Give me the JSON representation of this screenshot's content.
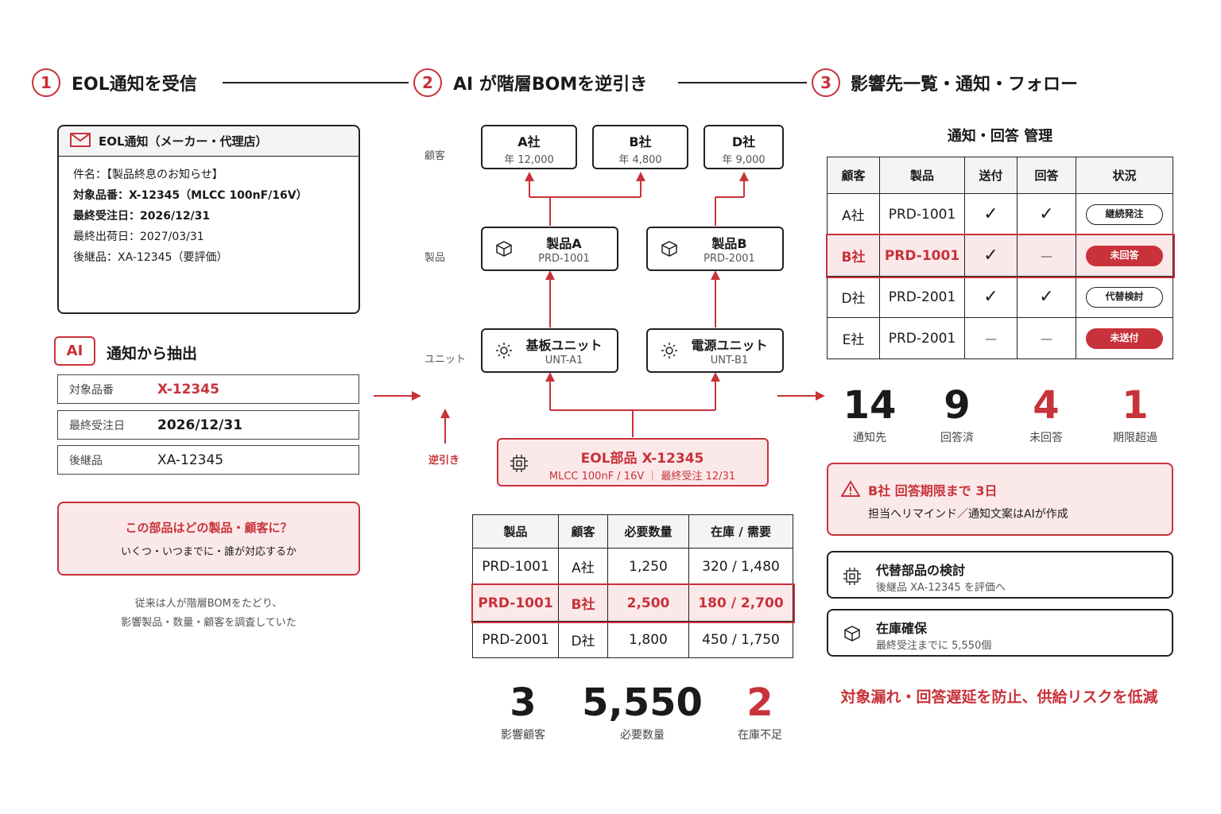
{
  "steps": [
    {
      "num": "1",
      "title": "EOL通知を受信"
    },
    {
      "num": "2",
      "title": "AI が階層BOMを逆引き"
    },
    {
      "num": "3",
      "title": "影響先一覧・通知・フォロー"
    }
  ],
  "eol_notice": {
    "header": "EOL通知（メーカー・代理店）",
    "lines": [
      "件名：【製品終息のお知らせ】",
      "対象品番：X-12345（MLCC 100nF/16V）",
      "最終受注日：2026/12/31",
      "最終出荷日：2027/03/31",
      "後継品：XA-12345（要評価）"
    ]
  },
  "extract": {
    "badge": "AI",
    "title": "通知から抽出",
    "rows": [
      {
        "label": "対象品番",
        "value": "X-12345"
      },
      {
        "label": "最終受注日",
        "value": "2026/12/31"
      },
      {
        "label": "後継品",
        "value": "XA-12345"
      }
    ]
  },
  "question": {
    "title": "この部品はどの製品・顧客に？",
    "sub": "いくつ・いつまでに・誰が対応するか"
  },
  "legacy_note": [
    "従来は人が階層BOMをたどり、",
    "影響製品・数量・顧客を調査していた"
  ],
  "tiers": {
    "customer": "顧客",
    "product": "製品",
    "unit": "ユニット"
  },
  "reverse_label": "逆引き",
  "customers": [
    {
      "name": "A社",
      "sub": "年 12,000"
    },
    {
      "name": "B社",
      "sub": "年 4,800"
    },
    {
      "name": "D社",
      "sub": "年 9,000"
    }
  ],
  "products": [
    {
      "name": "製品A",
      "sub": "PRD-1001"
    },
    {
      "name": "製品B",
      "sub": "PRD-2001"
    }
  ],
  "units": [
    {
      "name": "基板ユニット",
      "sub": "UNT-A1"
    },
    {
      "name": "電源ユニット",
      "sub": "UNT-B1"
    }
  ],
  "eol_part": {
    "name": "EOL部品 X-12345",
    "sub": "MLCC 100nF / 16V ｜ 最終受注 12/31"
  },
  "demand_table": {
    "headers": [
      "製品",
      "顧客",
      "必要数量",
      "在庫 / 需要"
    ],
    "rows": [
      [
        "PRD-1001",
        "A社",
        "1,250",
        "320 / 1,480"
      ],
      [
        "PRD-1001",
        "B社",
        "2,500",
        "180 / 2,700"
      ],
      [
        "PRD-2001",
        "D社",
        "1,800",
        "450 / 1,750"
      ]
    ]
  },
  "mid_stats": [
    {
      "value": "3",
      "label": "影響顧客",
      "color": "#1a1a1a"
    },
    {
      "value": "5,550",
      "label": "必要数量",
      "color": "#1a1a1a"
    },
    {
      "value": "2",
      "label": "在庫不足",
      "color": "#c8323a"
    }
  ],
  "notify": {
    "title": "通知・回答 管理",
    "headers": [
      "顧客",
      "製品",
      "送付",
      "回答",
      "状況"
    ],
    "rows": [
      {
        "customer": "A社",
        "product": "PRD-1001",
        "sent": "✓",
        "reply": "✓",
        "status": "継続発注",
        "style": "outline"
      },
      {
        "customer": "B社",
        "product": "PRD-1001",
        "sent": "✓",
        "reply": "—",
        "status": "未回答",
        "style": "red"
      },
      {
        "customer": "D社",
        "product": "PRD-2001",
        "sent": "✓",
        "reply": "✓",
        "status": "代替検討",
        "style": "outline"
      },
      {
        "customer": "E社",
        "product": "PRD-2001",
        "sent": "—",
        "reply": "—",
        "status": "未送付",
        "style": "red"
      }
    ]
  },
  "right_stats": [
    {
      "value": "14",
      "label": "通知先",
      "color": "#1a1a1a"
    },
    {
      "value": "9",
      "label": "回答済",
      "color": "#1a1a1a"
    },
    {
      "value": "4",
      "label": "未回答",
      "color": "#c8323a"
    },
    {
      "value": "1",
      "label": "期限超過",
      "color": "#c8323a"
    }
  ],
  "alert": {
    "title": "B社 回答期限まで 3日",
    "sub": "担当へリマインド／通知文案はAIが作成"
  },
  "actions": [
    {
      "title": "代替部品の検討",
      "sub": "後継品 XA-12345 を評価へ",
      "icon": "chip-icon"
    },
    {
      "title": "在庫確保",
      "sub": "最終受注までに 5,550個",
      "icon": "box-icon"
    }
  ],
  "conclusion": "対象漏れ・回答遅延を防止、供給リスクを低減",
  "colors": {
    "accent": "#c8323a",
    "accent_bg": "#fbe9ea"
  }
}
